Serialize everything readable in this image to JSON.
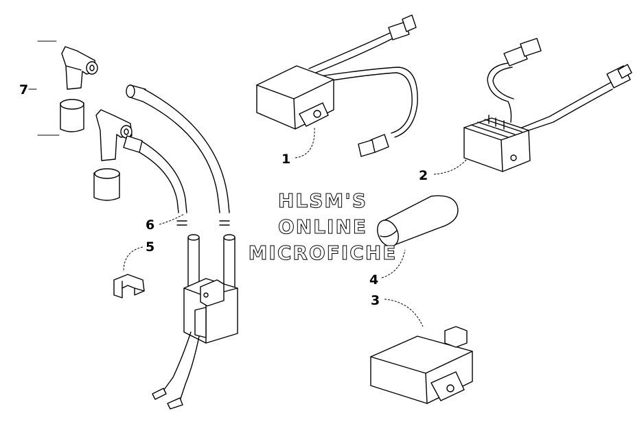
{
  "watermark": {
    "line1": "HLSM'S",
    "line2": "ONLINE",
    "line3": "MICROFICHE"
  },
  "callouts": {
    "c1": "1",
    "c2": "2",
    "c3": "3",
    "c4": "4",
    "c5": "5",
    "c6": "6",
    "c7": "7"
  }
}
